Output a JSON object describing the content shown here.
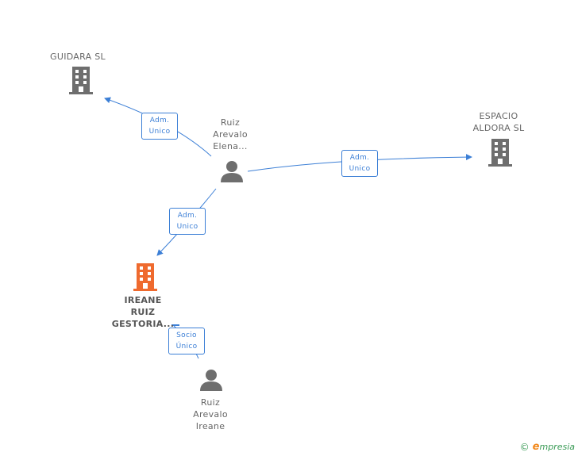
{
  "nodes": {
    "guidara": {
      "label": "GUIDARA SL",
      "type": "company"
    },
    "espacio": {
      "label": "ESPACIO\nALDORA  SL",
      "type": "company"
    },
    "ireane_gestoria": {
      "label": "IREANE\nRUIZ\nGESTORIA...",
      "type": "company-main"
    },
    "ruiz_elena": {
      "label": "Ruiz\nArevalo\nElena...",
      "type": "person"
    },
    "ruiz_ireane": {
      "label": "Ruiz\nArevalo\nIreane",
      "type": "person"
    }
  },
  "relations": {
    "rel_guidara": {
      "label": "Adm.\nUnico"
    },
    "rel_espacio": {
      "label": "Adm.\nUnico"
    },
    "rel_ireane": {
      "label": "Adm.\nUnico"
    },
    "rel_socio": {
      "label": "Socio\nÚnico"
    }
  },
  "colors": {
    "edge": "#3c7fd6",
    "company": "#6e6e6e",
    "company_main": "#ef6a2e",
    "person": "#6e6e6e"
  },
  "footer": {
    "copyright": "©",
    "brand_initial": "e",
    "brand_rest": "mpresia"
  }
}
